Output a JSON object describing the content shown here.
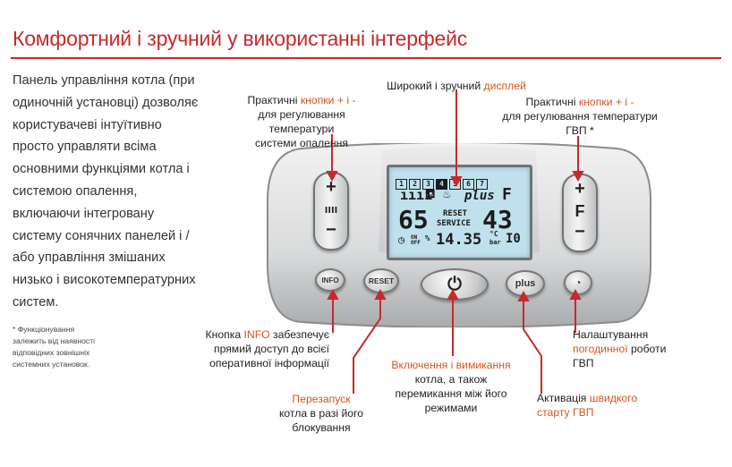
{
  "title": "Комфортний і зручний у використанні інтерфейс",
  "intro_lines": [
    "Панель управління котла (при",
    "одиночній установці) дозволяє",
    "користувачеві інтуїтивно",
    "просто управляти всіма",
    "основними функціями котла і",
    "системою опалення,",
    "включаючи інтегровану",
    "систему сонячних панелей і /",
    "або управління змішаних",
    "низько і високотемпературних",
    "систем."
  ],
  "footnote": [
    "* Функціонування",
    "залежить від наявності",
    "відповідних зовнішніх",
    "системних установок."
  ],
  "labels": {
    "display": {
      "pre": "Широкий і зручний",
      "hl": "дисплей"
    },
    "heat_buttons": {
      "pre": "Практичні",
      "hl": "кнопки + і -",
      "l2": "для регулювання температури",
      "l3": "системи опалення"
    },
    "dhw_buttons": {
      "pre": "Практичні",
      "hl": "кнопки + і -",
      "l2": "для регулювання температури",
      "l3": "ГВП *"
    },
    "info": {
      "pre": "Кнопка",
      "hl": "INFO",
      "post": "забезпечує",
      "l2": "прямий доступ до всієї",
      "l3": "оперативної інформації"
    },
    "power": {
      "hl": "Включення і вимикання",
      "l2": "котла, а також",
      "l3": "перемикання між його",
      "l4": "режимами"
    },
    "reset": {
      "hl": "Перезапуск",
      "l2": "котла в разі його",
      "l3": "блокування"
    },
    "weather": {
      "l1": "Налаштування",
      "hl": "погодинної",
      "post": "роботи",
      "l3": "ГВП"
    },
    "quick": {
      "pre": "Активація",
      "hl": "швидкого",
      "hl2": "старту ГВП"
    }
  },
  "lcd": {
    "digits": [
      "1",
      "2",
      "3",
      "4",
      "5",
      "6",
      "7"
    ],
    "active_digit": 3,
    "plus": "plus",
    "f": "F",
    "temp_left": "65",
    "reset": "RESET",
    "service": "SERVICE",
    "temp_right": "43",
    "on_off": "ON OFF",
    "percent": "%",
    "value": "14.35",
    "unit_top": "°C",
    "unit_bottom": "bar"
  },
  "buttons": {
    "info": "INFO",
    "reset": "RESET",
    "plus": "plus",
    "heat_plus": "+",
    "heat_minus": "−",
    "heat_icon": "ıııı",
    "dhw_plus": "+",
    "dhw_minus": "−",
    "dhw_icon": "F"
  },
  "colors": {
    "accent": "#c62a2a",
    "highlight": "#d2561e",
    "lcd": "#bfe1ee"
  }
}
